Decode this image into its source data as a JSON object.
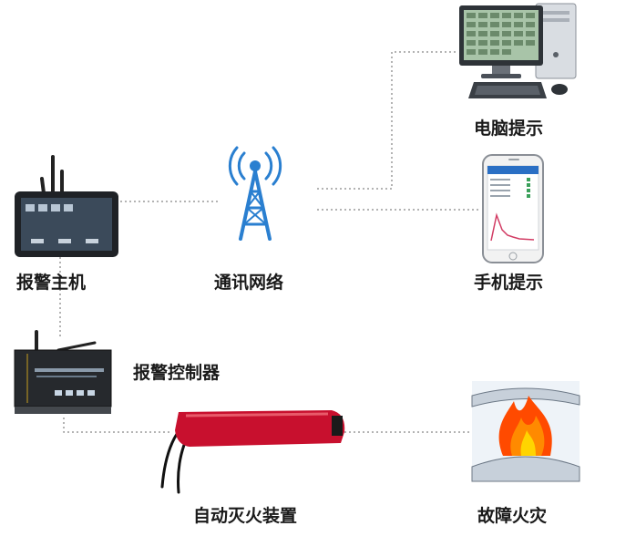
{
  "labels": {
    "computer": "电脑提示",
    "phone": "手机提示",
    "network": "通讯网络",
    "alarm_host": "报警主机",
    "alarm_controller": "报警控制器",
    "extinguisher": "自动灭火装置",
    "fire": "故障火灾"
  },
  "colors": {
    "connector": "#9a9a9a",
    "antenna": "#2a7fd0",
    "extinguisher": "#c8102e",
    "fire": "#ff6a00",
    "flame_core": "#ffd400"
  },
  "icons": {
    "computer": "desktop-computer-icon",
    "phone": "smartphone-icon",
    "network": "antenna-tower-icon",
    "alarm_host": "tablet-terminal-icon",
    "alarm_controller": "controller-box-icon",
    "extinguisher": "extinguisher-tube-icon",
    "fire": "fire-icon"
  }
}
